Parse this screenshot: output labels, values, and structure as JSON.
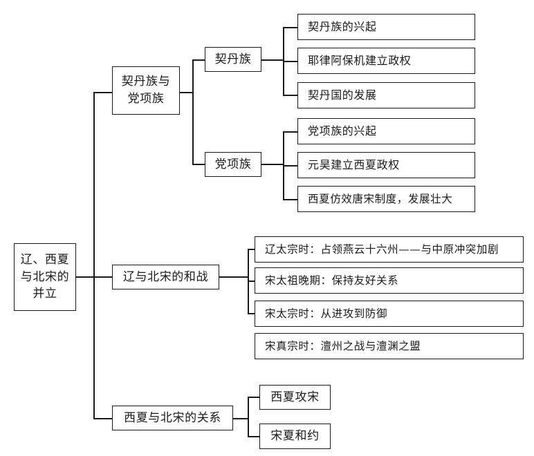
{
  "diagram": {
    "type": "tree-mindmap",
    "title": "辽、西夏与北宋的并立",
    "root": {
      "label": "辽、西夏\n与北宋的\n并立",
      "line1": "辽、西夏",
      "line2": "与北宋的",
      "line3": "并立"
    },
    "branches": [
      {
        "label": "契丹族与\n党项族",
        "line1": "契丹族与",
        "line2": "党项族",
        "children": [
          {
            "label": "契丹族",
            "items": [
              "契丹族的兴起",
              "耶律阿保机建立政权",
              "契丹国的发展"
            ]
          },
          {
            "label": "党项族",
            "items": [
              "党项族的兴起",
              "元昊建立西夏政权",
              "西夏仿效唐宋制度，发展壮大"
            ]
          }
        ]
      },
      {
        "label": "辽与北宋的和战",
        "items": [
          "辽太宗时：占领燕云十六州——与中原冲突加剧",
          "宋太祖晚期：保持友好关系",
          "宋太宗时：从进攻到防御",
          "宋真宗时：澶州之战与澶渊之盟"
        ]
      },
      {
        "label": "西夏与北宋的关系",
        "items": [
          "西夏攻宋",
          "宋夏和约"
        ]
      }
    ]
  },
  "colors": {
    "stroke": "#1a1a1a",
    "background": "#ffffff",
    "text": "#1a1a1a"
  }
}
